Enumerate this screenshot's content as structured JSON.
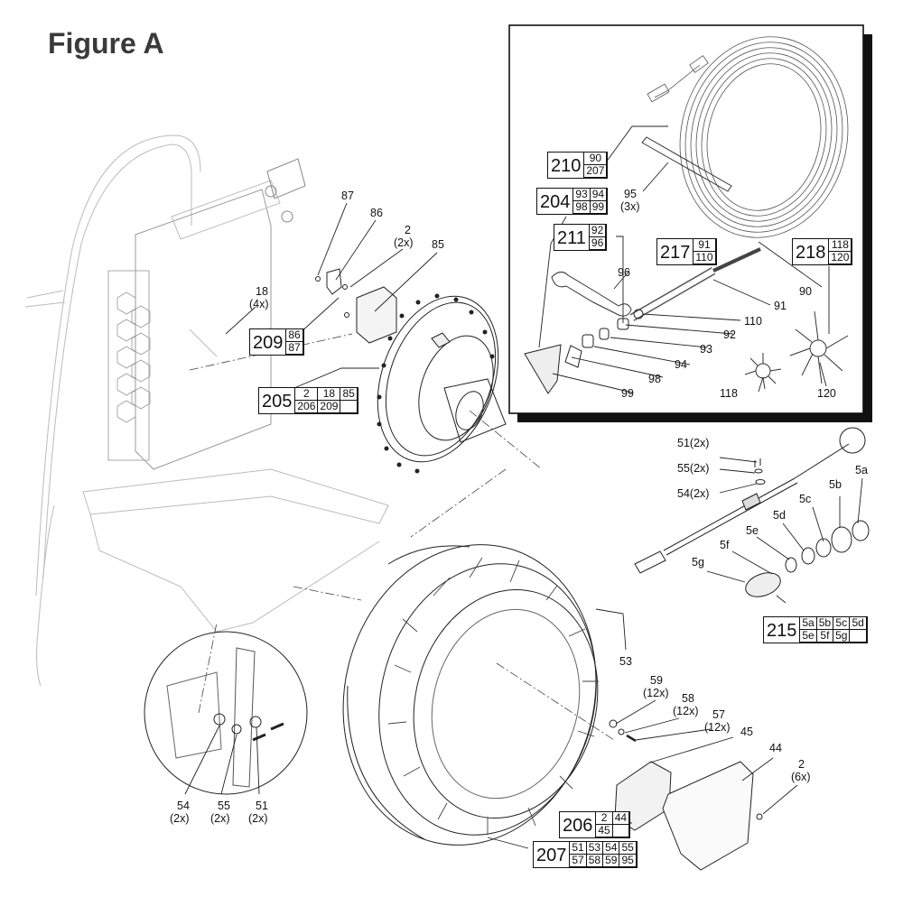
{
  "figure_title": "Figure A",
  "callouts": [
    {
      "id": "c87",
      "text": "87"
    },
    {
      "id": "c86",
      "text": "86"
    },
    {
      "id": "c2a",
      "text": "2"
    },
    {
      "id": "c2ax",
      "text": "(2x)"
    },
    {
      "id": "c85",
      "text": "85"
    },
    {
      "id": "c18",
      "text": "18"
    },
    {
      "id": "c18x",
      "text": "(4x)"
    },
    {
      "id": "c95",
      "text": "95"
    },
    {
      "id": "c95x",
      "text": "(3x)"
    },
    {
      "id": "c96",
      "text": "96"
    },
    {
      "id": "c90",
      "text": "90"
    },
    {
      "id": "c91",
      "text": "91"
    },
    {
      "id": "c110",
      "text": "110"
    },
    {
      "id": "c92",
      "text": "92"
    },
    {
      "id": "c93",
      "text": "93"
    },
    {
      "id": "c94",
      "text": "94"
    },
    {
      "id": "c98",
      "text": "98"
    },
    {
      "id": "c99",
      "text": "99"
    },
    {
      "id": "c118",
      "text": "118"
    },
    {
      "id": "c120",
      "text": "120"
    },
    {
      "id": "c51",
      "text": "51(2x)"
    },
    {
      "id": "c55",
      "text": "55(2x)"
    },
    {
      "id": "c54",
      "text": "54(2x)"
    },
    {
      "id": "c5a",
      "text": "5a"
    },
    {
      "id": "c5b",
      "text": "5b"
    },
    {
      "id": "c5c",
      "text": "5c"
    },
    {
      "id": "c5d",
      "text": "5d"
    },
    {
      "id": "c5e",
      "text": "5e"
    },
    {
      "id": "c5f",
      "text": "5f"
    },
    {
      "id": "c5g",
      "text": "5g"
    },
    {
      "id": "c53",
      "text": "53"
    },
    {
      "id": "c59",
      "text": "59"
    },
    {
      "id": "c59x",
      "text": "(12x)"
    },
    {
      "id": "c58",
      "text": "58"
    },
    {
      "id": "c58x",
      "text": "(12x)"
    },
    {
      "id": "c57",
      "text": "57"
    },
    {
      "id": "c57x",
      "text": "(12x)"
    },
    {
      "id": "c45",
      "text": "45"
    },
    {
      "id": "c44",
      "text": "44"
    },
    {
      "id": "c2b",
      "text": "2"
    },
    {
      "id": "c2bx",
      "text": "(6x)"
    },
    {
      "id": "d54",
      "text": "54"
    },
    {
      "id": "d54x",
      "text": "(2x)"
    },
    {
      "id": "d55",
      "text": "55"
    },
    {
      "id": "d55x",
      "text": "(2x)"
    },
    {
      "id": "d51",
      "text": "51"
    },
    {
      "id": "d51x",
      "text": "(2x)"
    }
  ],
  "kits": [
    {
      "id": "209",
      "number": "209",
      "cols": 1,
      "parts": [
        "86",
        "87"
      ]
    },
    {
      "id": "205",
      "number": "205",
      "cols": 3,
      "parts": [
        "2",
        "18",
        "85",
        "206",
        "209",
        ""
      ]
    },
    {
      "id": "210",
      "number": "210",
      "cols": 1,
      "parts": [
        "90",
        "207"
      ]
    },
    {
      "id": "204",
      "number": "204",
      "cols": 2,
      "parts": [
        "93",
        "94",
        "98",
        "99"
      ]
    },
    {
      "id": "211",
      "number": "211",
      "cols": 1,
      "parts": [
        "92",
        "96"
      ]
    },
    {
      "id": "217",
      "number": "217",
      "cols": 1,
      "parts": [
        "91",
        "110"
      ]
    },
    {
      "id": "218",
      "number": "218",
      "cols": 1,
      "parts": [
        "118",
        "120"
      ]
    },
    {
      "id": "215",
      "number": "215",
      "cols": 4,
      "parts": [
        "5a",
        "5b",
        "5c",
        "5d",
        "5e",
        "5f",
        "5g",
        ""
      ]
    },
    {
      "id": "206",
      "number": "206",
      "cols": 2,
      "parts": [
        "2",
        "44",
        "45",
        ""
      ]
    },
    {
      "id": "207",
      "number": "207",
      "cols": 4,
      "parts": [
        "51",
        "53",
        "54",
        "55",
        "57",
        "58",
        "59",
        "95"
      ]
    }
  ]
}
